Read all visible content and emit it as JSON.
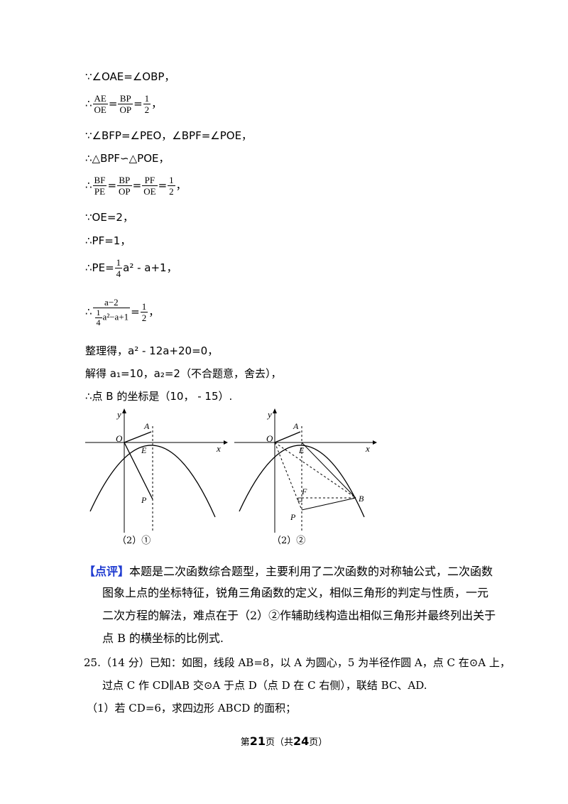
{
  "lines": {
    "l1": "∵∠OAE=∠OBP，",
    "l2_prefix": "∴",
    "l2_f1n": "AE",
    "l2_f1d": "OE",
    "l2_f2n": "BP",
    "l2_f2d": "OP",
    "l2_f3n": "1",
    "l2_f3d": "2",
    "l2_suffix": "，",
    "l3": "∵∠BFP=∠PEO，∠BPF=∠POE，",
    "l4": "∴△BPF∽△POE，",
    "l5_prefix": "∴",
    "l5_f1n": "BF",
    "l5_f1d": "PE",
    "l5_f2n": "BP",
    "l5_f2d": "OP",
    "l5_f3n": "PF",
    "l5_f3d": "OE",
    "l5_f4n": "1",
    "l5_f4d": "2",
    "l5_suffix": "，",
    "l6": "∵OE=2，",
    "l7": "∴PF=1，",
    "l8_prefix": "∴PE=",
    "l8_fn": "1",
    "l8_fd": "4",
    "l8_rest": "a² - a+1，",
    "l9_prefix": "∴",
    "l9_num": "a−2",
    "l9_den_fn": "1",
    "l9_den_fd": "4",
    "l9_den_rest": "a²−a+1",
    "l9_eq": "=",
    "l9_rn": "1",
    "l9_rd": "2",
    "l9_suffix": "，",
    "l10": "整理得，a² - 12a+20=0，",
    "l11": "解得 a₁=10，a₂=2（不合题意，舍去），",
    "l12": "∴点 B 的坐标是（10， - 15）."
  },
  "figures": {
    "fig1": {
      "y": "y",
      "x": "x",
      "O": "O",
      "A": "A",
      "E": "E",
      "P": "P",
      "caption": "（2）①"
    },
    "fig2": {
      "y": "y",
      "x": "x",
      "O": "O",
      "A": "A",
      "E": "E",
      "F": "F",
      "P": "P",
      "B": "B",
      "caption": "（2）②"
    }
  },
  "comment": {
    "tag": "【点评】",
    "line1": "本题是二次函数综合题型，主要利用了二次函数的对称轴公式，二次函数",
    "line2": "图象上点的坐标特征，锐角三角函数的定义，相似三角形的判定与性质，一元",
    "line3": "二次方程的解法，难点在于（2）②作辅助线构造出相似三角形并最终列出关于",
    "line4": "点 B 的横坐标的比例式."
  },
  "problem25": {
    "line1": "25.（14 分）已知：如图，线段 AB=8，以 A 为圆心，5 为半径作圆 A，点 C 在⊙A 上，",
    "line2": "过点 C 作 CD∥AB 交⊙A 于点 D（点 D 在 C 右侧），联结 BC、AD.",
    "line3": "（1）若 CD=6，求四边形 ABCD 的面积；"
  },
  "footer": {
    "pre": "第",
    "page": "21",
    "mid": "页（共",
    "total": "24",
    "post": "页）"
  }
}
